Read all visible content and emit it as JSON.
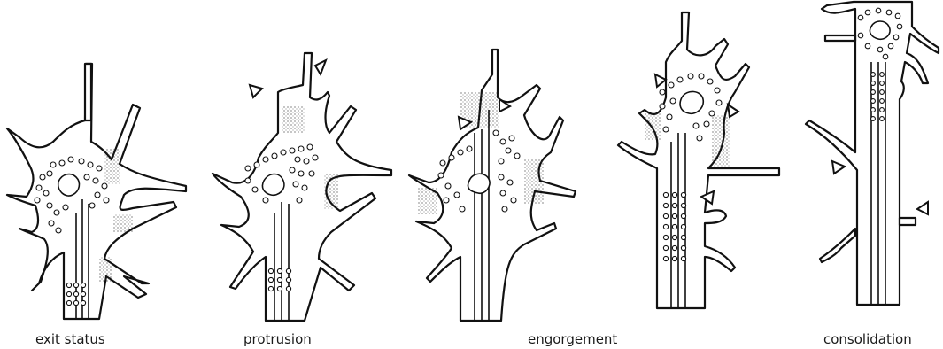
{
  "figure": {
    "stages": [
      {
        "id": "exit-status",
        "label": "exit status"
      },
      {
        "id": "protrusion",
        "label": "protrusion"
      },
      {
        "id": "engorgement",
        "label": "engorgement"
      },
      {
        "id": "consolidation",
        "label": "consolidation"
      }
    ],
    "colors": {
      "ink": "#111111",
      "paper": "#ffffff"
    },
    "icons": {
      "marker": "open-arrowhead-icon"
    }
  }
}
